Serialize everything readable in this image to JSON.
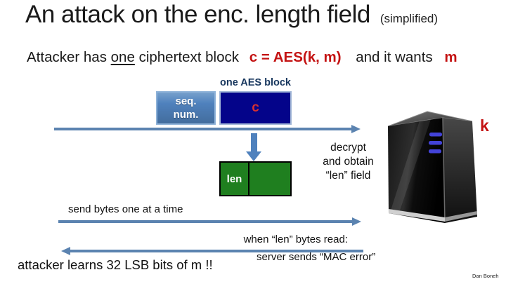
{
  "slide": {
    "title": "An attack on the enc. length field",
    "title_note": "(simplified)",
    "statement": {
      "part1": "Attacker has",
      "emph": "one",
      "part2": "ciphertext block",
      "formula": "c = AES(k, m)",
      "part3": "and it wants",
      "var": "m"
    },
    "packet": {
      "block_label": "one AES block",
      "seq_line1": "seq.",
      "seq_line2": "num.",
      "cipher": "c"
    },
    "len_label": "len",
    "decrypt_note": {
      "line1": "decrypt",
      "line2": "and obtain",
      "line3": "“len” field"
    },
    "key_label": "k",
    "send_label": "send bytes one at a time",
    "when_line1": "when “len” bytes read:",
    "when_line2": "server sends “MAC error”",
    "result": "attacker learns 32 LSB bits of m  !!",
    "credit": "Dan Boneh",
    "colors": {
      "accent_red": "#c41313",
      "cipher_red": "#d83030",
      "arrow_steel_blue": "#5b83b0",
      "box_blue": "#4f81bd",
      "cipher_navy": "#04048a",
      "len_green": "#1f7f1f",
      "block_label_navy": "#17365d"
    }
  }
}
